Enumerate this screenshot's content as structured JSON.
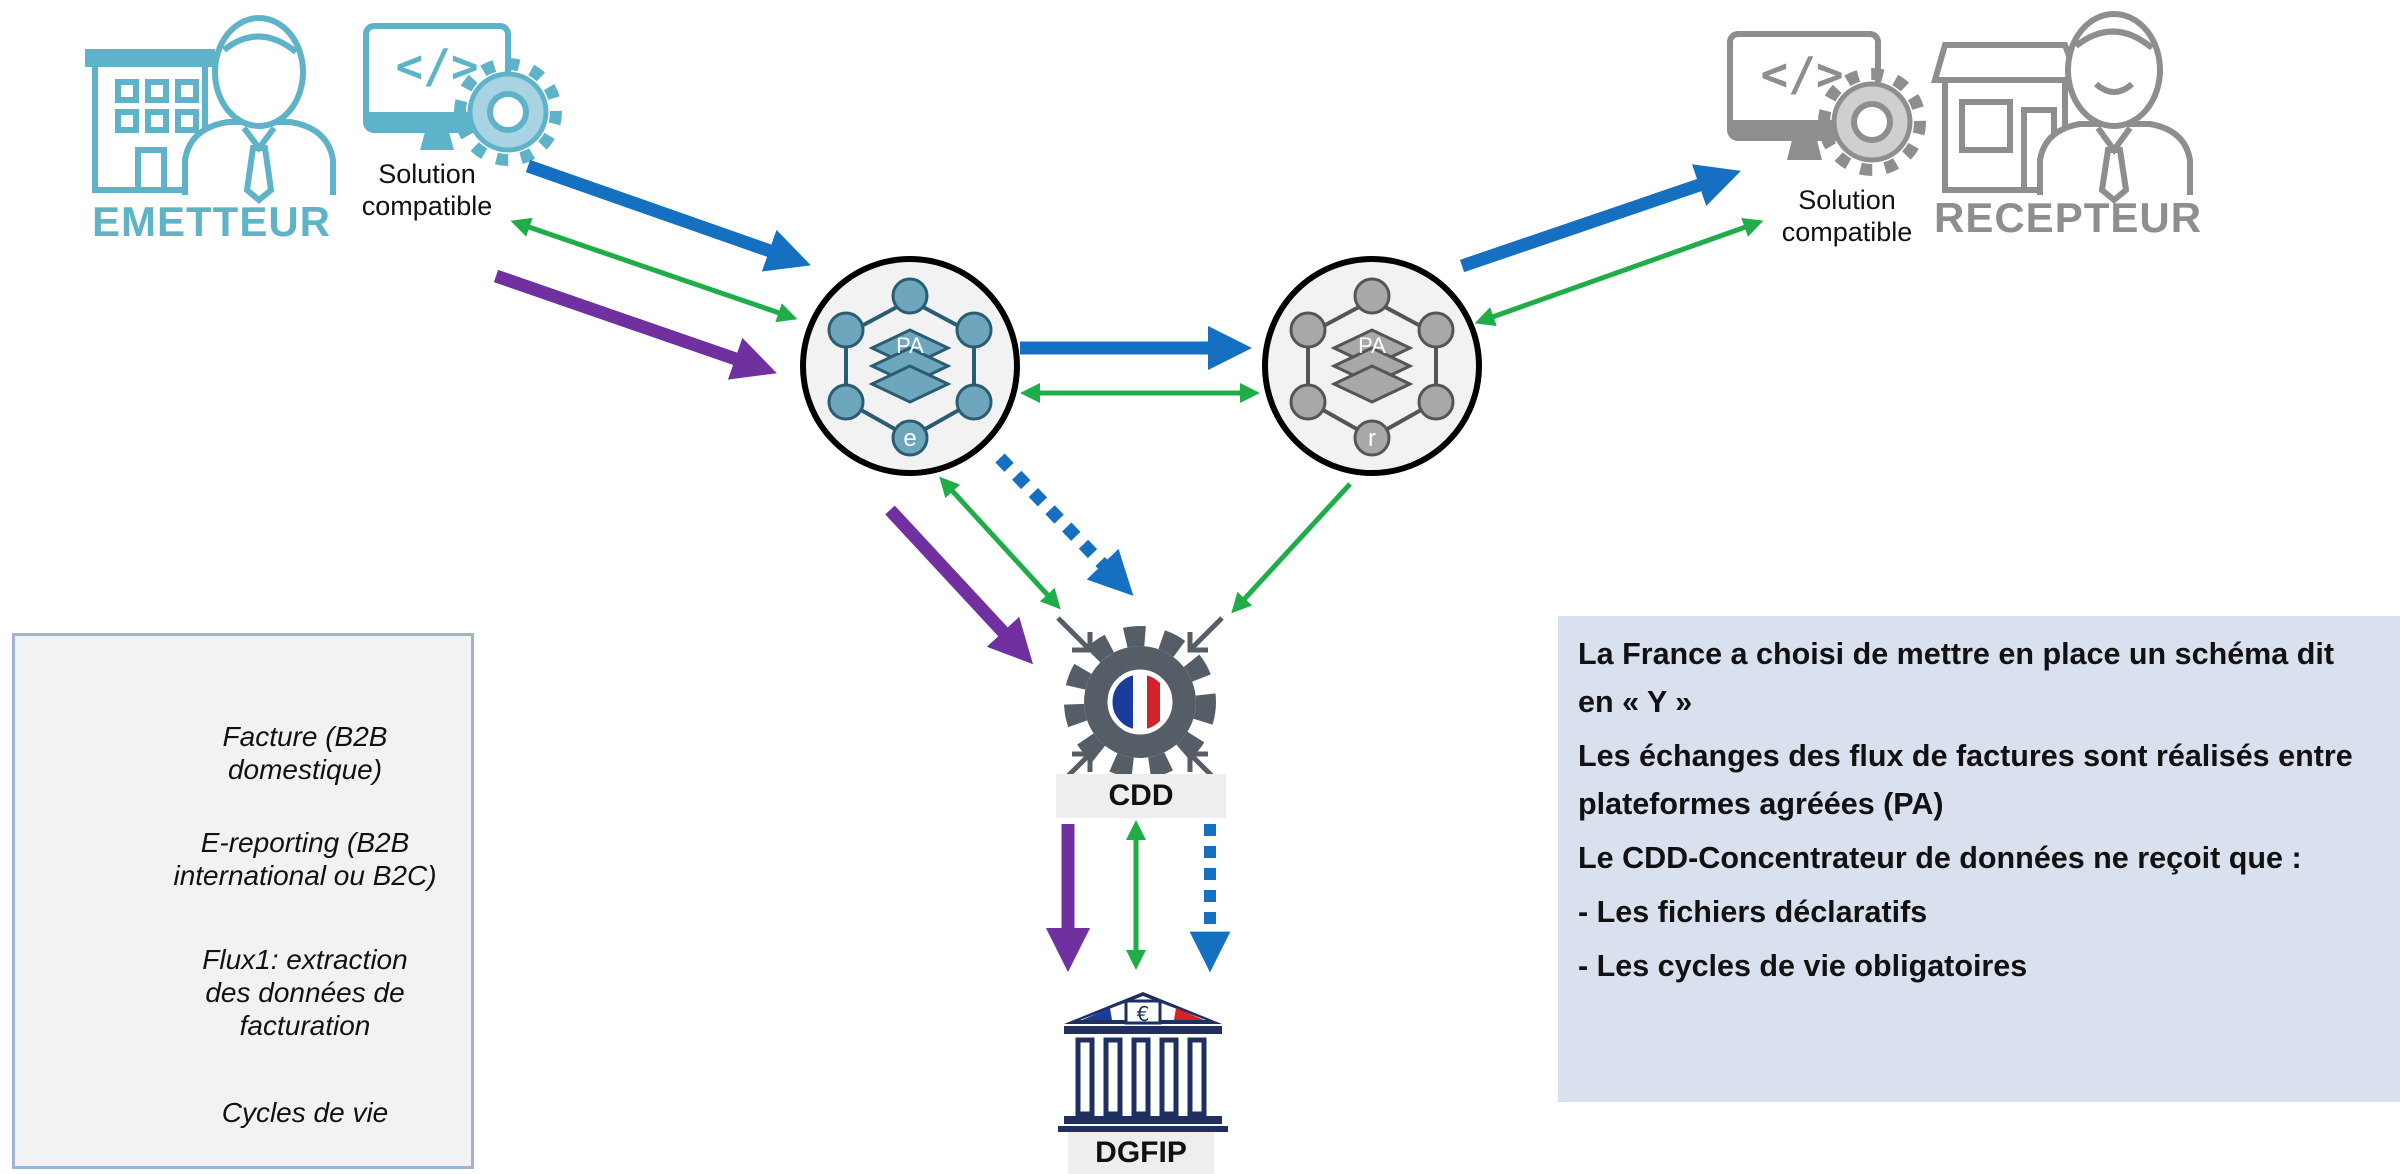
{
  "diagram": {
    "emitter": {
      "label": "EMETTEUR",
      "solution_label": "Solution\ncompatible"
    },
    "receiver": {
      "label": "RECEPTEUR",
      "solution_label": "Solution\ncompatible"
    },
    "platform_emitter": {
      "badge": "PA",
      "letter": "e"
    },
    "platform_receiver": {
      "badge": "PA",
      "letter": "r"
    },
    "concentrator": {
      "label": "CDD"
    },
    "tax_authority": {
      "label": "DGFIP",
      "symbol": "€"
    }
  },
  "legend": {
    "items": [
      {
        "label": "Facture (B2B\ndomestique)",
        "style": "solid-blue"
      },
      {
        "label": "E-reporting (B2B\ninternational ou B2C)",
        "style": "solid-purple"
      },
      {
        "label": "Flux1: extraction\ndes données de\nfacturation",
        "style": "dotted-blue"
      },
      {
        "label": "Cycles de vie",
        "style": "thin-green"
      }
    ]
  },
  "info": {
    "line1": "La France a choisi de mettre en place un schéma dit",
    "line2": "en « Y »",
    "line3": "Les échanges des flux de factures sont réalisés entre",
    "line4": "plateformes agréées (PA)",
    "line5": "Le CDD-Concentrateur de données ne reçoit que :",
    "line6": "- Les fichiers déclaratifs",
    "line7": "- Les cycles de vie obligatoires"
  },
  "colors": {
    "blue": "#1570c2",
    "purple": "#7030a0",
    "green": "#1fad48",
    "emitter_teal": "#5fb3c8",
    "receiver_gray": "#8e8e8e",
    "node_blue": "#6ea6bd",
    "node_gray": "#a8a8a8",
    "navy": "#1f2f5f",
    "legend_border": "#9db4d3",
    "info_bg": "#d9e1ef"
  }
}
